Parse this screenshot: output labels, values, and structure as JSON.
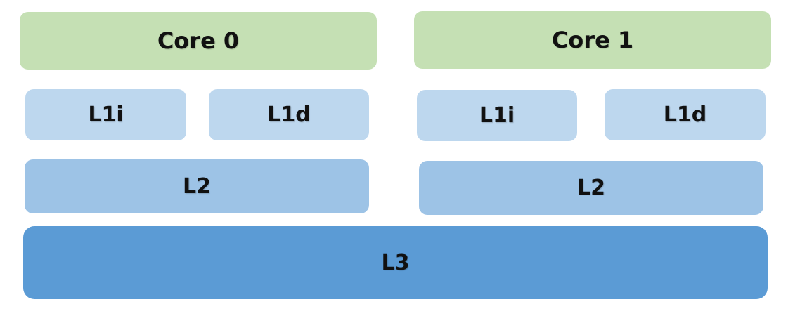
{
  "cores": [
    {
      "label": "Core 0",
      "l1i": "L1i",
      "l1d": "L1d",
      "l2": "L2"
    },
    {
      "label": "Core 1",
      "l1i": "L1i",
      "l1d": "L1d",
      "l2": "L2"
    }
  ],
  "shared": {
    "l3": "L3"
  },
  "colors": {
    "core": "#c5e0b4",
    "l1": "#bdd7ee",
    "l2": "#9dc3e6",
    "l3": "#5b9bd5"
  }
}
